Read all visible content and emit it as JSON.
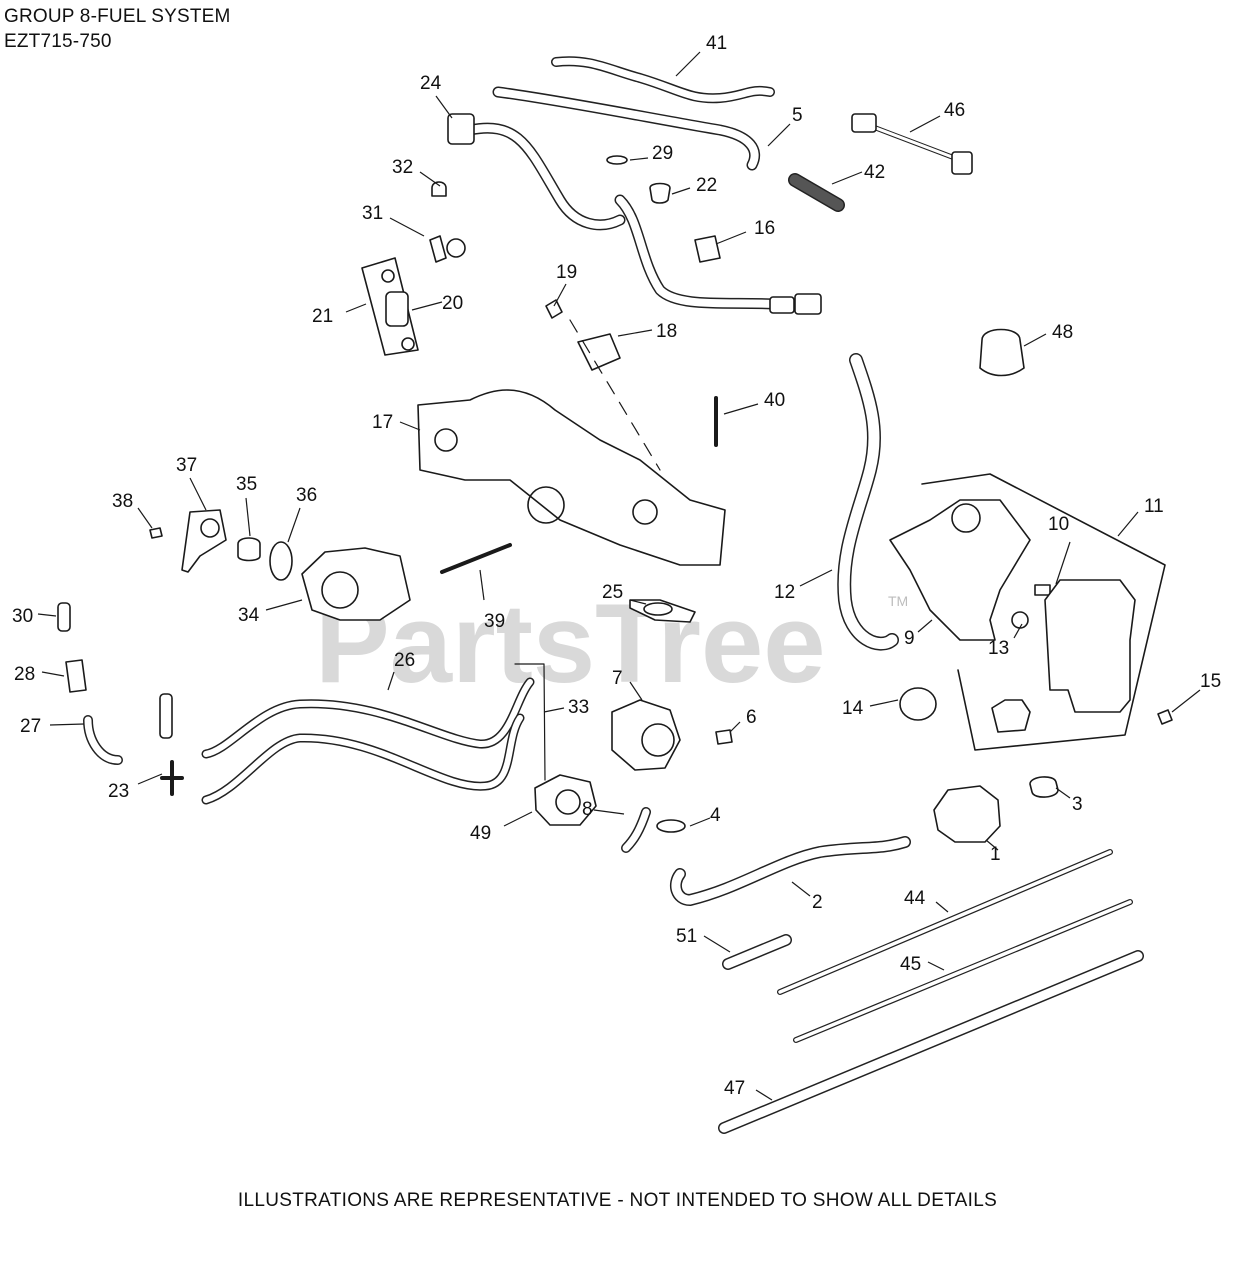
{
  "header": {
    "title": "GROUP 8-FUEL SYSTEM",
    "model": "EZT715-750"
  },
  "watermark": {
    "text": "PartsTree",
    "tm": "TM"
  },
  "footer": {
    "note": "ILLUSTRATIONS ARE REPRESENTATIVE - NOT INTENDED TO SHOW ALL DETAILS"
  },
  "callouts": [
    "1",
    "2",
    "3",
    "4",
    "5",
    "6",
    "7",
    "8",
    "9",
    "10",
    "11",
    "12",
    "13",
    "14",
    "15",
    "16",
    "17",
    "18",
    "19",
    "20",
    "21",
    "22",
    "23",
    "24",
    "25",
    "26",
    "27",
    "28",
    "29",
    "30",
    "31",
    "32",
    "33",
    "34",
    "35",
    "36",
    "37",
    "38",
    "39",
    "40",
    "41",
    "42",
    "44",
    "45",
    "46",
    "47",
    "48",
    "49",
    "51"
  ],
  "colors": {
    "line": "#1a1a1a",
    "watermark": "#d6d6d6",
    "fill": "#ffffff"
  }
}
